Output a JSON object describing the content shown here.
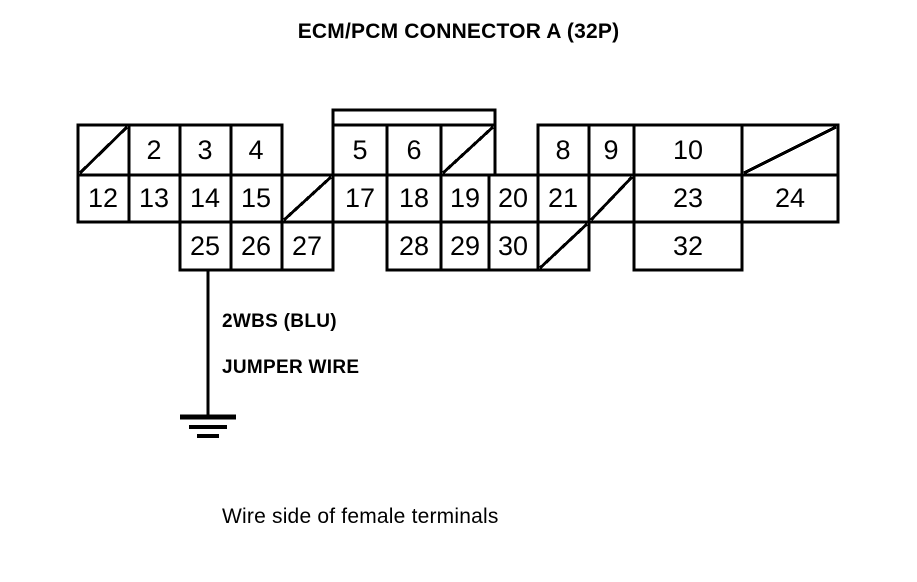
{
  "title": "ECM/PCM CONNECTOR A (32P)",
  "footer": {
    "caption": "Wire side of female terminals"
  },
  "wire": {
    "color_label": "2WBS (BLU)",
    "type_label": "JUMPER WIRE",
    "source_pin": "25",
    "ground_symbol": "earth-ground"
  },
  "connector": {
    "name": "ECM/PCM Connector A",
    "pin_count": 32,
    "rows": [
      {
        "row": "top",
        "cells": [
          {
            "pin": "1",
            "label": "",
            "blank": true,
            "diagonal": true
          },
          {
            "pin": "2",
            "label": "2",
            "blank": false,
            "diagonal": false
          },
          {
            "pin": "3",
            "label": "3",
            "blank": false,
            "diagonal": false
          },
          {
            "pin": "4",
            "label": "4",
            "blank": false,
            "diagonal": false
          },
          {
            "pin": "5",
            "label": "5",
            "blank": false,
            "diagonal": false
          },
          {
            "pin": "6",
            "label": "6",
            "blank": false,
            "diagonal": false
          },
          {
            "pin": "7",
            "label": "",
            "blank": true,
            "diagonal": true
          },
          {
            "pin": "8",
            "label": "8",
            "blank": false,
            "diagonal": false
          },
          {
            "pin": "9",
            "label": "9",
            "blank": false,
            "diagonal": false
          },
          {
            "pin": "10",
            "label": "10",
            "blank": false,
            "diagonal": false
          },
          {
            "pin": "11",
            "label": "",
            "blank": true,
            "diagonal": true
          }
        ]
      },
      {
        "row": "middle",
        "cells": [
          {
            "pin": "12",
            "label": "12",
            "blank": false,
            "diagonal": false
          },
          {
            "pin": "13",
            "label": "13",
            "blank": false,
            "diagonal": false
          },
          {
            "pin": "14",
            "label": "14",
            "blank": false,
            "diagonal": false
          },
          {
            "pin": "15",
            "label": "15",
            "blank": false,
            "diagonal": false
          },
          {
            "pin": "16",
            "label": "",
            "blank": true,
            "diagonal": true
          },
          {
            "pin": "17",
            "label": "17",
            "blank": false,
            "diagonal": false
          },
          {
            "pin": "18",
            "label": "18",
            "blank": false,
            "diagonal": false
          },
          {
            "pin": "19",
            "label": "19",
            "blank": false,
            "diagonal": false
          },
          {
            "pin": "20",
            "label": "20",
            "blank": false,
            "diagonal": false
          },
          {
            "pin": "21",
            "label": "21",
            "blank": false,
            "diagonal": false
          },
          {
            "pin": "22",
            "label": "",
            "blank": true,
            "diagonal": true
          },
          {
            "pin": "23",
            "label": "23",
            "blank": false,
            "diagonal": false
          },
          {
            "pin": "24",
            "label": "24",
            "blank": false,
            "diagonal": false
          }
        ]
      },
      {
        "row": "bottom",
        "cells": [
          {
            "pin": "25",
            "label": "25",
            "blank": false,
            "diagonal": false
          },
          {
            "pin": "26",
            "label": "26",
            "blank": false,
            "diagonal": false
          },
          {
            "pin": "27",
            "label": "27",
            "blank": false,
            "diagonal": false
          },
          {
            "pin": "28",
            "label": "28",
            "blank": false,
            "diagonal": false
          },
          {
            "pin": "29",
            "label": "29",
            "blank": false,
            "diagonal": false
          },
          {
            "pin": "30",
            "label": "30",
            "blank": false,
            "diagonal": false
          },
          {
            "pin": "31",
            "label": "",
            "blank": true,
            "diagonal": true
          },
          {
            "pin": "32",
            "label": "32",
            "blank": false,
            "diagonal": false
          }
        ]
      }
    ]
  },
  "colors": {
    "stroke": "#000000",
    "background": "#ffffff"
  }
}
